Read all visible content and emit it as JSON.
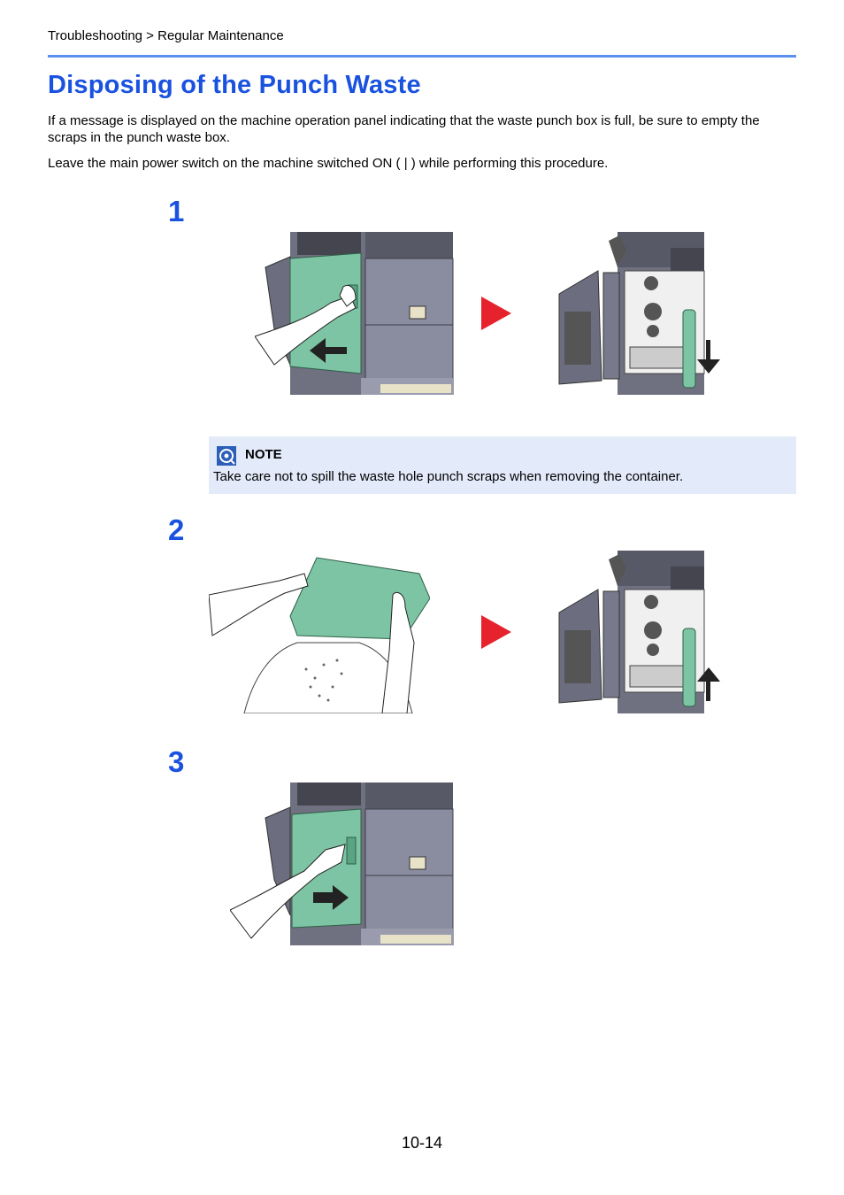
{
  "header": {
    "breadcrumb": "Troubleshooting > Regular Maintenance"
  },
  "page": {
    "title": "Disposing of the Punch Waste",
    "paragraphs": [
      "If a message is displayed on the machine operation panel indicating that the waste punch box is full, be sure to empty the scraps in the punch waste box.",
      "Leave the main power switch on the machine switched ON ( | ) while performing this procedure."
    ]
  },
  "steps": [
    {
      "number": "1"
    },
    {
      "number": "2"
    },
    {
      "number": "3"
    }
  ],
  "note": {
    "label": "NOTE",
    "text": "Take care not to spill the waste hole punch scraps when removing the container."
  },
  "footer": {
    "page_number": "10-14"
  },
  "colors": {
    "accent": "#1a52e0",
    "rule": "#5b8ff0",
    "arrow": "#e6232d",
    "note_bg": "#e3ebfa",
    "part_green": "#7cc4a3"
  },
  "icons": [
    "note-icon",
    "next-arrow-icon",
    "down-arrow-icon",
    "up-arrow-icon",
    "left-arrow-icon",
    "right-arrow-icon"
  ]
}
